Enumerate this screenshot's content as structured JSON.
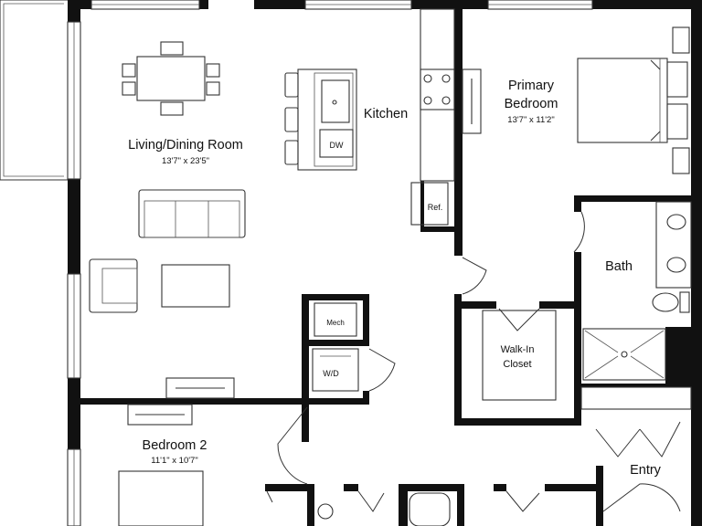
{
  "rooms": {
    "living": {
      "name": "Living/Dining Room",
      "dims": "13'7\" x 23'5\""
    },
    "kitchen": {
      "name": "Kitchen"
    },
    "primary": {
      "name_line1": "Primary",
      "name_line2": "Bedroom",
      "dims": "13'7\" x 11'2\""
    },
    "bath": {
      "name": "Bath"
    },
    "closet": {
      "name_line1": "Walk-In",
      "name_line2": "Closet"
    },
    "bedroom2": {
      "name": "Bedroom  2",
      "dims": "11'1\" x 10'7\""
    },
    "entry": {
      "name": "Entry"
    }
  },
  "fixtures": {
    "dishwasher": "DW",
    "refrigerator": "Ref.",
    "mechanical": "Mech",
    "washer_dryer": "W/D"
  }
}
